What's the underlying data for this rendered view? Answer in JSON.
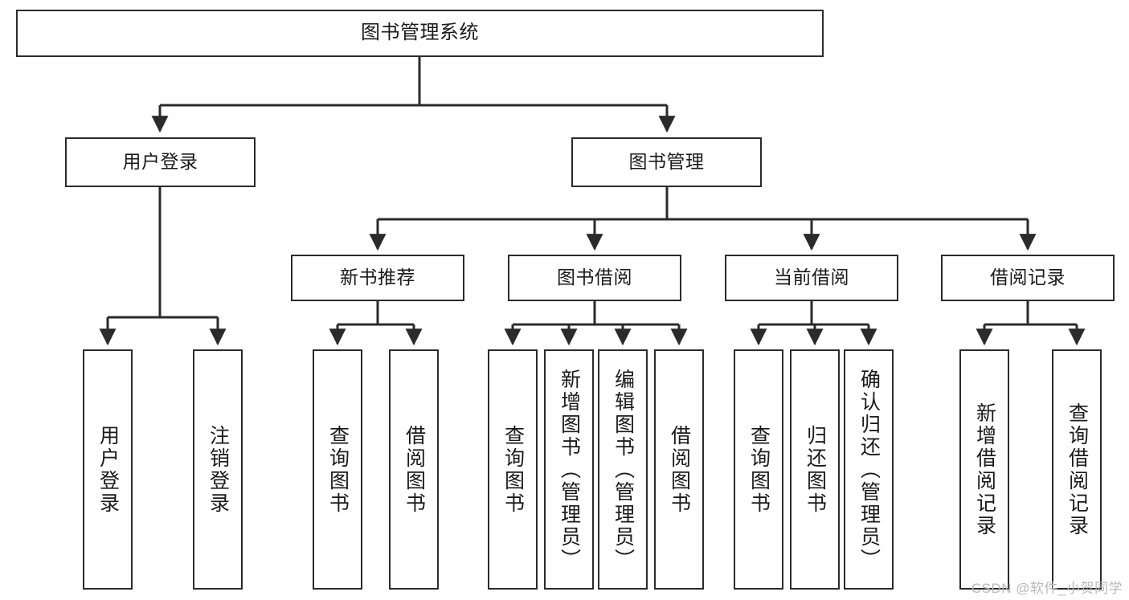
{
  "diagram": {
    "title": "图书管理系统",
    "type": "tree",
    "colors": {
      "box_border": "#2b2b2b",
      "box_fill": "#ffffff",
      "edge": "#2b2b2b",
      "text": "#1a1a1a",
      "watermark": "#b9b9b9"
    },
    "levels": {
      "root": {
        "label": "图书管理系统"
      },
      "level2": [
        {
          "label": "用户登录"
        },
        {
          "label": "图书管理"
        }
      ],
      "level3": [
        {
          "label": "新书推荐"
        },
        {
          "label": "图书借阅"
        },
        {
          "label": "当前借阅"
        },
        {
          "label": "借阅记录"
        }
      ],
      "leaves": [
        {
          "label": "用户登录",
          "parent": "用户登录"
        },
        {
          "label": "注销登录",
          "parent": "用户登录"
        },
        {
          "label": "查询图书",
          "parent": "新书推荐"
        },
        {
          "label": "借阅图书",
          "parent": "新书推荐"
        },
        {
          "label": "查询图书",
          "parent": "图书借阅"
        },
        {
          "label": "新增图书（管理员）",
          "parent": "图书借阅"
        },
        {
          "label": "编辑图书（管理员）",
          "parent": "图书借阅"
        },
        {
          "label": "借阅图书",
          "parent": "图书借阅"
        },
        {
          "label": "查询图书",
          "parent": "当前借阅"
        },
        {
          "label": "归还图书",
          "parent": "当前借阅"
        },
        {
          "label": "确认归还（管理员）",
          "parent": "当前借阅"
        },
        {
          "label": "新增借阅记录",
          "parent": "借阅记录"
        },
        {
          "label": "查询借阅记录",
          "parent": "借阅记录"
        }
      ]
    }
  },
  "watermark": {
    "text": "CSDN @软件_小贺同学"
  }
}
